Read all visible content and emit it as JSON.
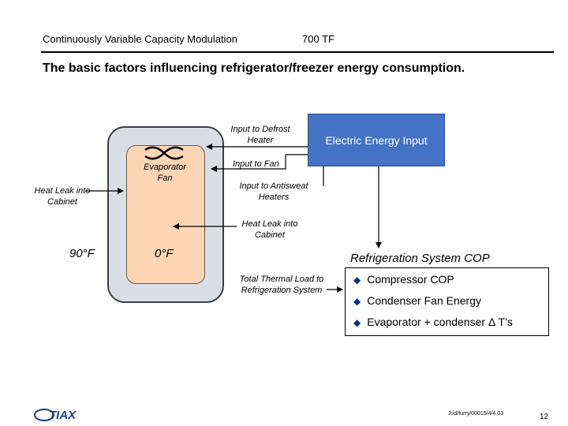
{
  "header": {
    "left": "Continuously Variable Capacity Modulation",
    "right": "700 TF"
  },
  "title": "The basic factors influencing refrigerator/freezer energy consumption.",
  "diagram": {
    "input_defrost_heater": "Input to Defrost Heater",
    "electric_energy_input": "Electric Energy Input",
    "evaporator_fan": "Evaporator Fan",
    "input_to_fan": "Input to Fan",
    "heat_leak_left": "Heat Leak into Cabinet",
    "input_antisweat": "Input to Antisweat Heaters",
    "heat_leak_right": "Heat Leak into Cabinet",
    "outside_temp": "90°F",
    "inside_temp": "0°F",
    "total_thermal_load": "Total Thermal Load to Refrigeration System",
    "cop_title": "Refrigeration System COP",
    "cop_items": [
      "Compressor COP",
      "Condenser Fan Energy",
      "Evaporator + condenser Δ T’s"
    ]
  },
  "footer": {
    "logo_text": "TIAX",
    "reference": "J:/d/furry/00015/4/4.03",
    "page": "12"
  },
  "colors": {
    "energy_box": "#4472c4",
    "cabinet_outer": "#d9dee6",
    "cabinet_inner": "#fcd5b5",
    "bullet": "#0b2f8a"
  }
}
